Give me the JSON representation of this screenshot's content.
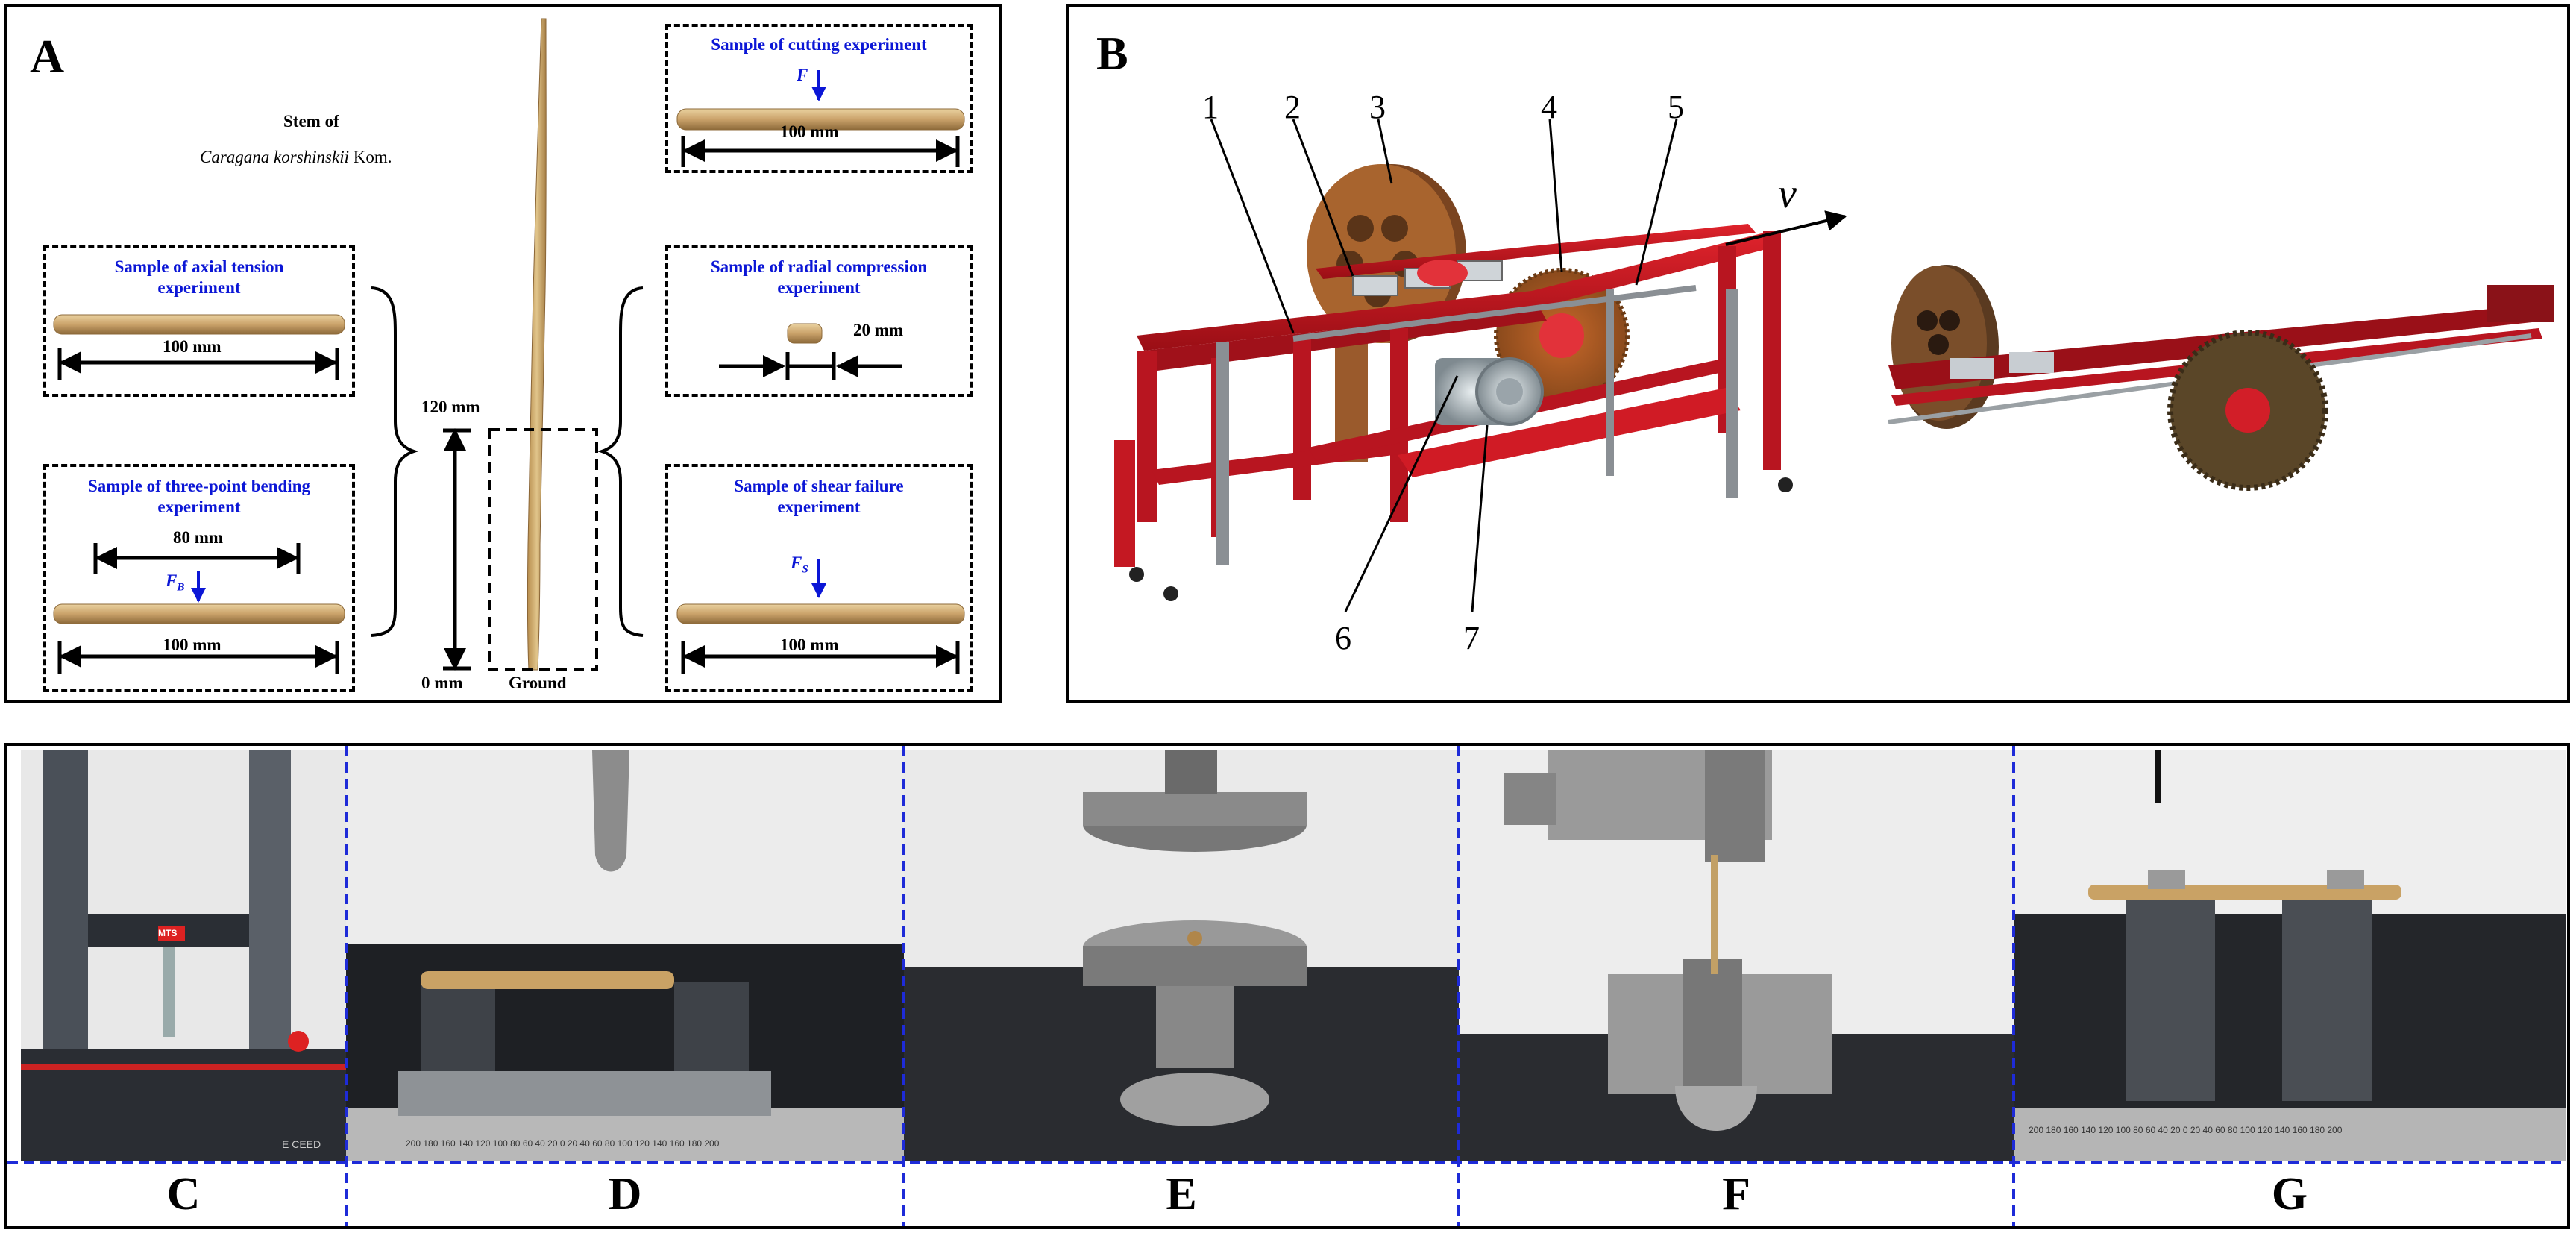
{
  "panels": {
    "A": {
      "label": "A",
      "stem_caption_line1": "Stem of",
      "stem_caption_species": "Caragana korshinskii",
      "stem_caption_suffix": " Kom.",
      "top_mark": "120 mm",
      "bottom_mark": "0 mm",
      "ground": "Ground",
      "boxes": {
        "cutting": {
          "title": "Sample of  cutting experiment",
          "force": "F",
          "dimension": "100 mm"
        },
        "axial": {
          "title_line1": "Sample of axial tension",
          "title_line2": "experiment",
          "dimension": "100 mm"
        },
        "bending": {
          "title_line1": "Sample of three-point bending",
          "title_line2": "experiment",
          "span": "80 mm",
          "force": "F",
          "force_sub": "B",
          "dimension": "100 mm"
        },
        "radial": {
          "title_line1": "Sample of  radial compression",
          "title_line2": "experiment",
          "dimension": "20 mm"
        },
        "shear": {
          "title_line1": "Sample of  shear failure",
          "title_line2": "experiment",
          "force": "F",
          "force_sub": "S",
          "dimension": "100 mm"
        }
      }
    },
    "B": {
      "label": "B",
      "velocity": "v",
      "callouts": [
        "1",
        "2",
        "3",
        "4",
        "5",
        "6",
        "7"
      ]
    },
    "bottom_labels": [
      "C",
      "D",
      "E",
      "F",
      "G"
    ],
    "ruler_text": "200 180 160 140 120 100 80 60 40 20 0 20 40 60 80 100 120 140 160 180 200",
    "machine_brand": "MTS",
    "machine_model": "E CEED"
  },
  "colors": {
    "title_blue": "#0b16d6",
    "divider_blue": "#1e2bd8",
    "frame_red": "#c8141e",
    "wheel_brown": "#9a5a2c"
  }
}
